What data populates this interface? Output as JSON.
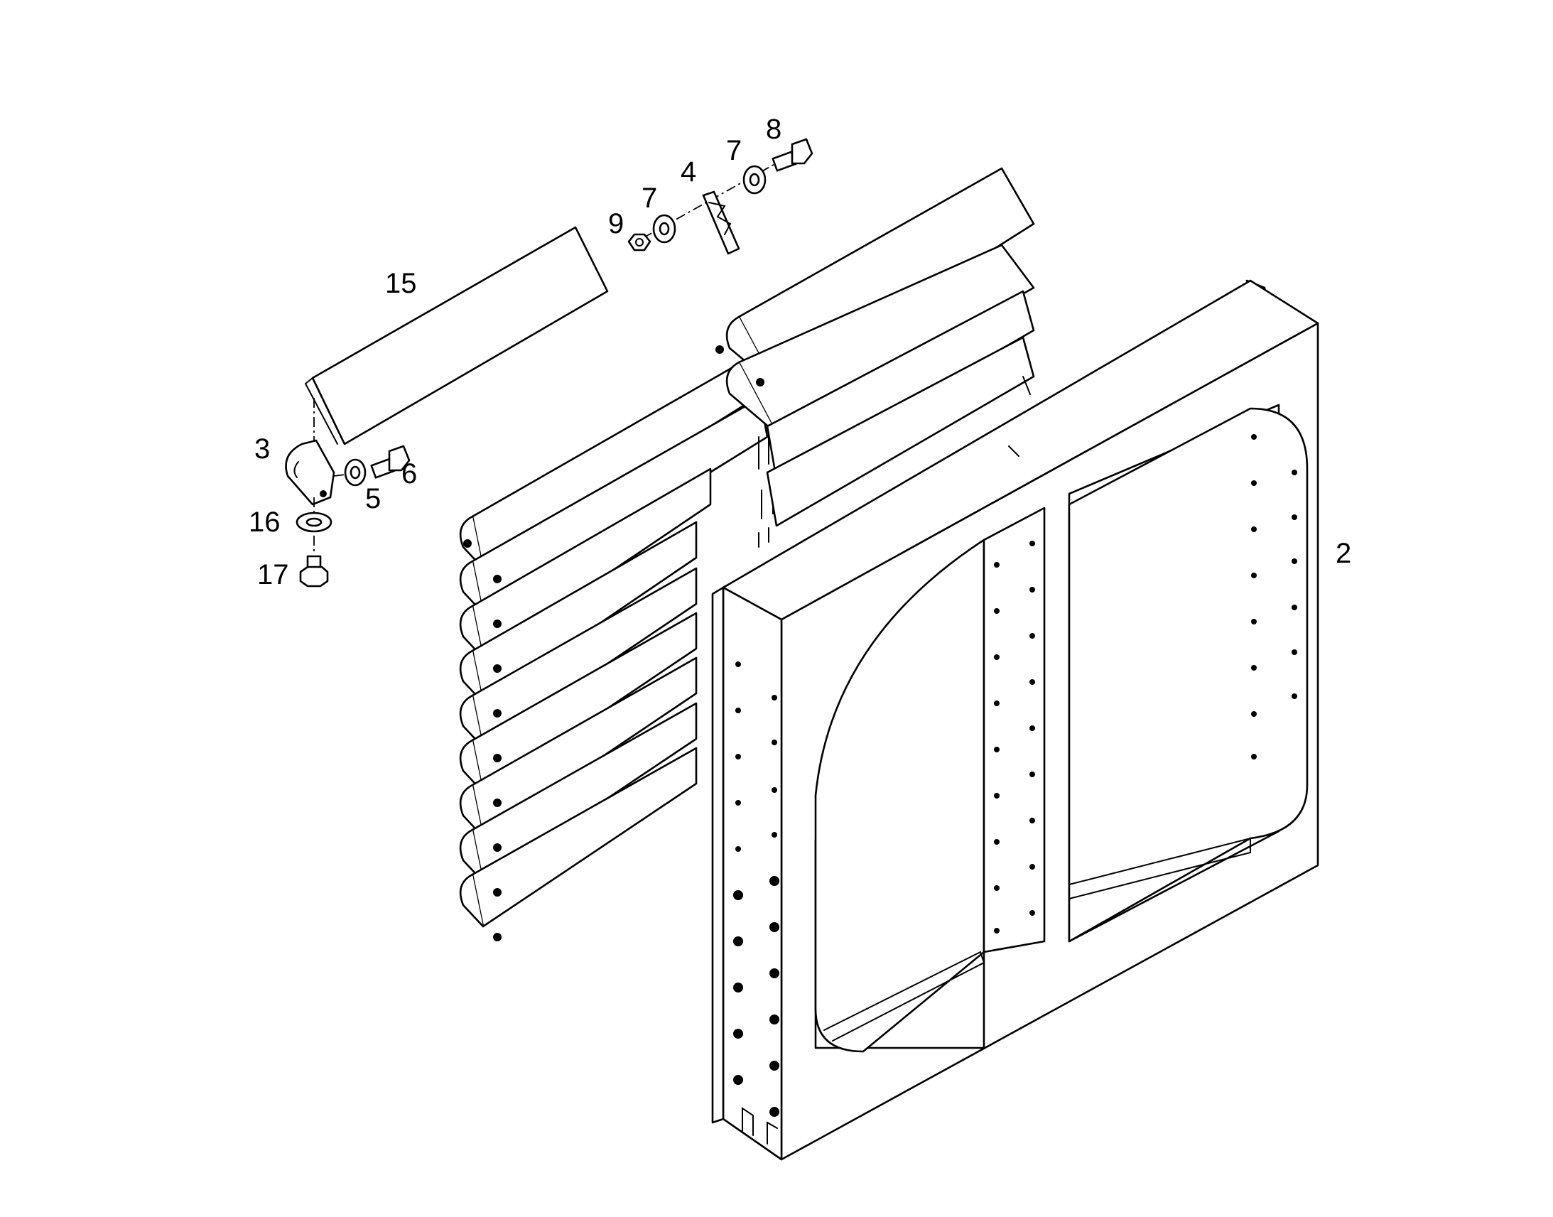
{
  "diagram": {
    "callouts": {
      "c2": "2",
      "c3": "3",
      "c4": "4",
      "c5": "5",
      "c6": "6",
      "c7a": "7",
      "c7b": "7",
      "c8": "8",
      "c9": "9",
      "c15": "15",
      "c16": "16",
      "c17": "17"
    }
  }
}
